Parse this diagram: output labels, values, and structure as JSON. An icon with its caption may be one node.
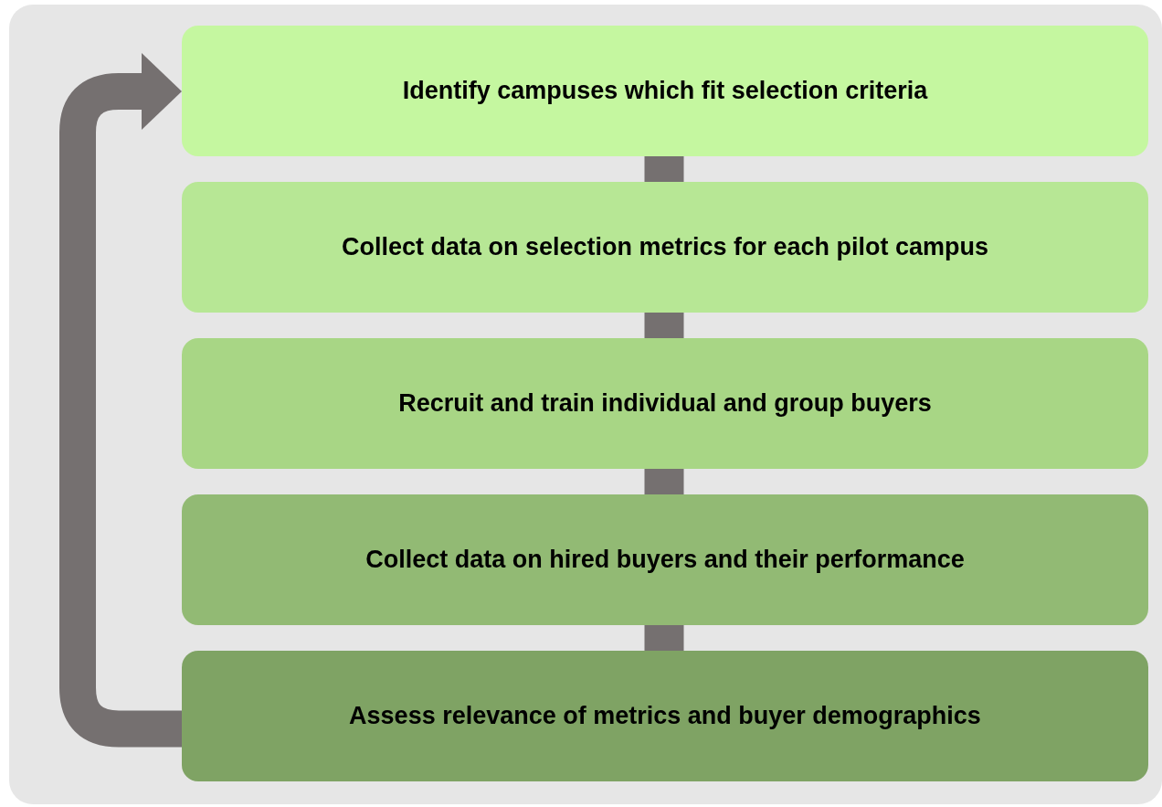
{
  "diagram": {
    "nodes": [
      {
        "text": [
          "Identify campuses which fit selection criteria"
        ]
      },
      {
        "text": [
          "Collect data on selection metrics for each pilot campus"
        ]
      },
      {
        "text": [
          "Recruit and train individual and group buyers"
        ]
      },
      {
        "text": [
          "Collect data on hired buyers and their performance"
        ]
      },
      {
        "text": [
          "Assess relevance of metrics and buyer demographics"
        ]
      }
    ],
    "edges": [
      {
        "from": 0,
        "to": 1,
        "arrow": "none"
      },
      {
        "from": 1,
        "to": 2,
        "arrow": "none"
      },
      {
        "from": 2,
        "to": 3,
        "arrow": "none"
      },
      {
        "from": 3,
        "to": 4,
        "arrow": "none"
      },
      {
        "from": 4,
        "to": 0,
        "arrow": "to"
      }
    ]
  }
}
